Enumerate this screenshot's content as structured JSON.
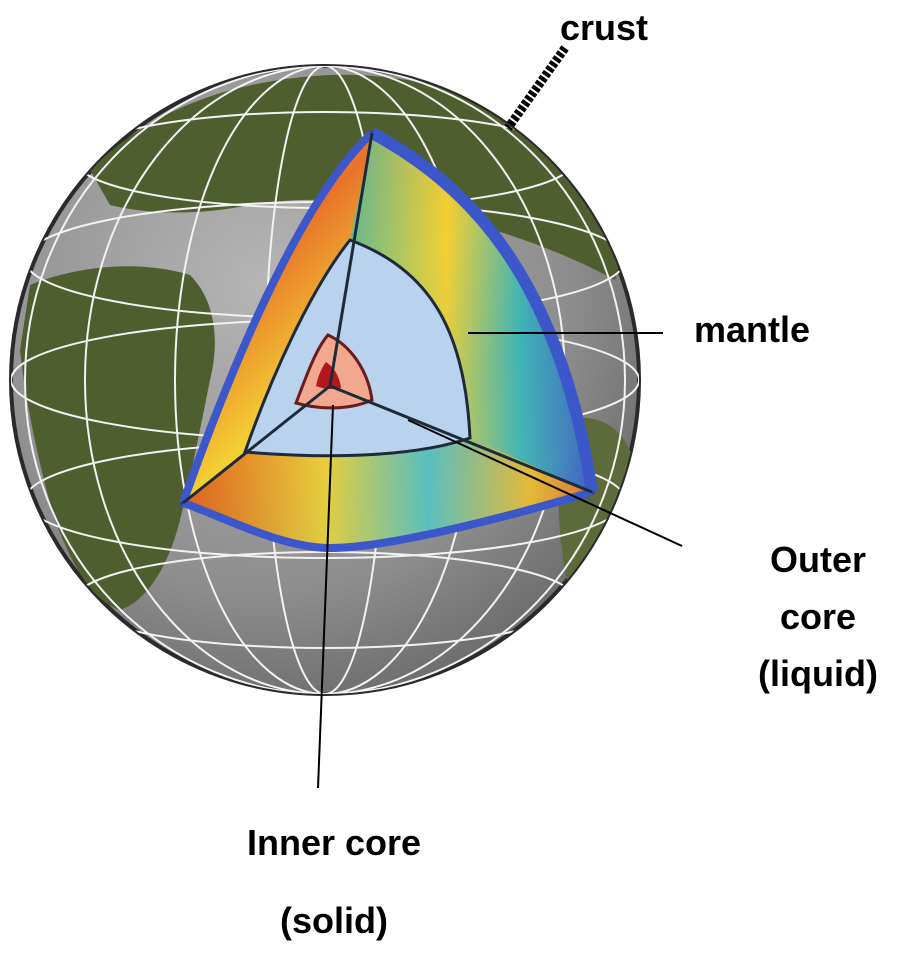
{
  "labels": {
    "crust": "crust",
    "mantle": "mantle",
    "outer_core_line1": "Outer",
    "outer_core_line2": "core",
    "outer_core_line3": "(liquid)",
    "inner_core_line1": "Inner core",
    "inner_core_line2": "(solid)"
  },
  "colors": {
    "ocean": "#8e8e8e",
    "land": "#4f5e2f",
    "grid": "#f2f2f2",
    "core_fill": "#b9d3ee",
    "inner_core": "#f1a88e",
    "center": "#b3171e",
    "mantle_warm": "#e8722a",
    "mantle_yellow": "#f3d033",
    "mantle_cyan": "#3fb4b6",
    "mantle_blue": "#3c57c9"
  }
}
